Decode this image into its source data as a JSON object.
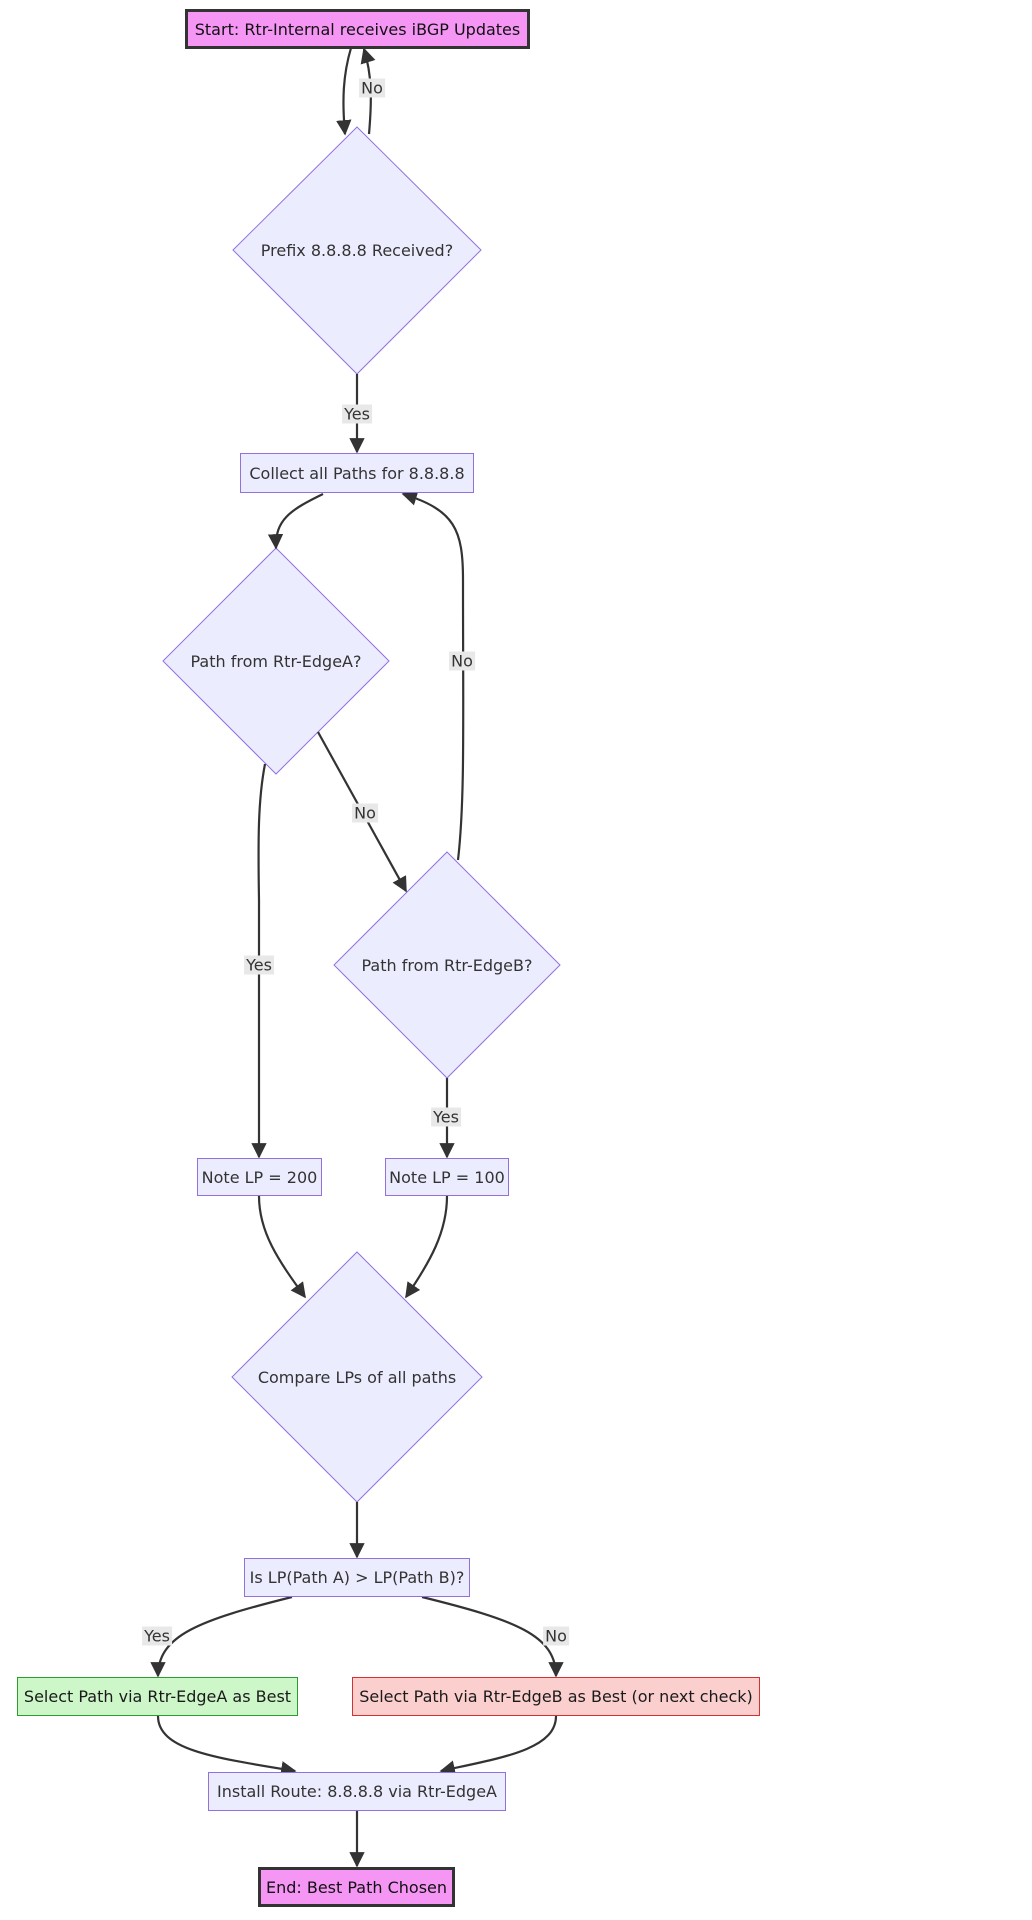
{
  "nodes": {
    "start": "Start: Rtr-Internal receives iBGP Updates",
    "prefix_received": "Prefix 8.8.8.8 Received?",
    "collect_paths": "Collect all Paths for 8.8.8.8",
    "from_edge_a": "Path from Rtr-EdgeA?",
    "from_edge_b": "Path from Rtr-EdgeB?",
    "note_lp_200": "Note LP = 200",
    "note_lp_100": "Note LP = 100",
    "compare_lps": "Compare LPs of all paths",
    "lp_compare_question": "Is LP(Path A) > LP(Path B)?",
    "select_edge_a": "Select Path via Rtr-EdgeA as Best",
    "select_edge_b": "Select Path via Rtr-EdgeB as Best (or next check)",
    "install_route": "Install Route: 8.8.8.8 via Rtr-EdgeA",
    "end": "End: Best Path Chosen"
  },
  "edge_labels": {
    "prefix_no": "No",
    "prefix_yes": "Yes",
    "edge_a_yes": "Yes",
    "edge_a_no": "No",
    "edge_b_yes": "Yes",
    "edge_b_no": "No",
    "lp_yes": "Yes",
    "lp_no": "No"
  },
  "colors": {
    "node_fill": "#ECECFF",
    "node_border": "#9370DB",
    "terminal_fill": "#F596F5",
    "best_fill": "#CDF7C8",
    "alt_fill": "#FCCFCF",
    "edge": "#333333"
  }
}
